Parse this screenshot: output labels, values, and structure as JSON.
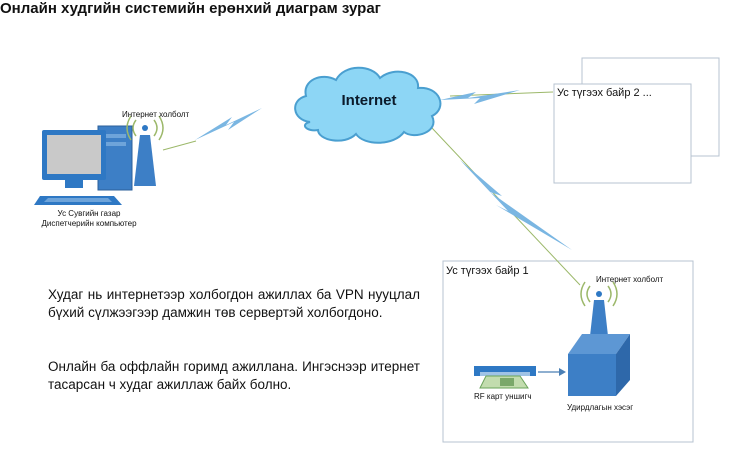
{
  "title": "Онлайн худгийн системийн ерөнхий диаграм зураг",
  "cloud": {
    "label": "Internet"
  },
  "dispatcher": {
    "connection_label": "Интернет холболт",
    "computer_label_line1": "Ус Сувгийн газар",
    "computer_label_line2": "Диспетчерийн компьютер"
  },
  "station2": {
    "label": "Ус түгээх байр 2 ..."
  },
  "station1": {
    "label": "Ус түгээх байр 1",
    "connection_label": "Интернет холболт",
    "rf_label": "RF карт уншигч",
    "control_label": "Удирдлагын хэсэг"
  },
  "description": {
    "paragraph1": "Худаг нь интернетээр холбогдон ажиллах ба VPN нууцлал бүхий сүлжээгээр дамжин төв сервертэй холбогдоно.",
    "paragraph2": "Онлайн ба оффлайн горимд ажиллана. Ингэснээр итернет тасарсан ч худаг ажиллаж байх болно."
  },
  "colors": {
    "cloud_fill": "#8dd6f5",
    "cloud_stroke": "#4a9fd0",
    "monitor_blue": "#2e78c4",
    "tower_blue": "#3d7fc6",
    "lightning": "#7ab6e2",
    "box_border": "#b7c3d0"
  }
}
